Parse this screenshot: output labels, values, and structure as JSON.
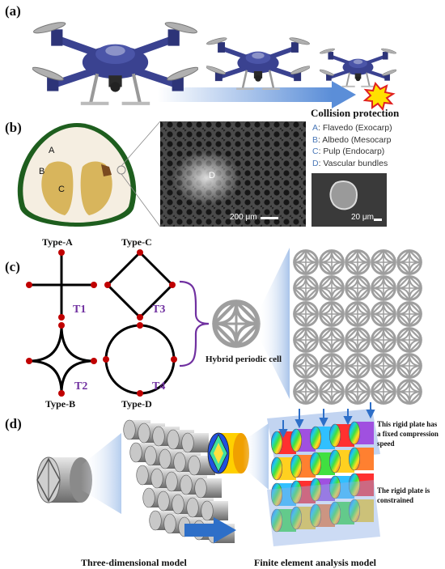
{
  "panels": {
    "a": {
      "label": "(a)",
      "caption": "Collision protection"
    },
    "b": {
      "label": "(b)",
      "fruit_letters": [
        "A",
        "B",
        "C"
      ],
      "sem_letter": "D",
      "scale_main": "200 μm",
      "scale_small": "20 μm",
      "legend": [
        {
          "key": "A",
          "text": ": Flavedo (Exocarp)"
        },
        {
          "key": "B",
          "text": ": Albedo (Mesocarp"
        },
        {
          "key": "C",
          "text": ": Pulp (Endocarp)"
        },
        {
          "key": "D",
          "text": ": Vascular bundles"
        }
      ]
    },
    "c": {
      "label": "(c)",
      "types": [
        "Type-A",
        "Type-C",
        "Type-B",
        "Type-D"
      ],
      "t_labels": [
        "T1",
        "T2",
        "T3",
        "T4"
      ],
      "hybrid_caption": "Hybrid periodic cell"
    },
    "d": {
      "label": "(d)",
      "caption_left": "Three-dimensional model",
      "caption_right": "Finite element analysis model",
      "note_top": "This rigid plate has a fixed compression speed",
      "note_bottom": "The rigid plate is constrained"
    }
  },
  "colors": {
    "drone": "#3a4290",
    "node": "#c00000",
    "t_label": "#7030a0",
    "arrow": "#2e6fc8",
    "legend_key": "#4a78b8"
  },
  "icons": [
    "drone-icon",
    "explosion-icon",
    "citrus-section-image",
    "sem-image",
    "lattice-icon",
    "cylinder-icon"
  ]
}
